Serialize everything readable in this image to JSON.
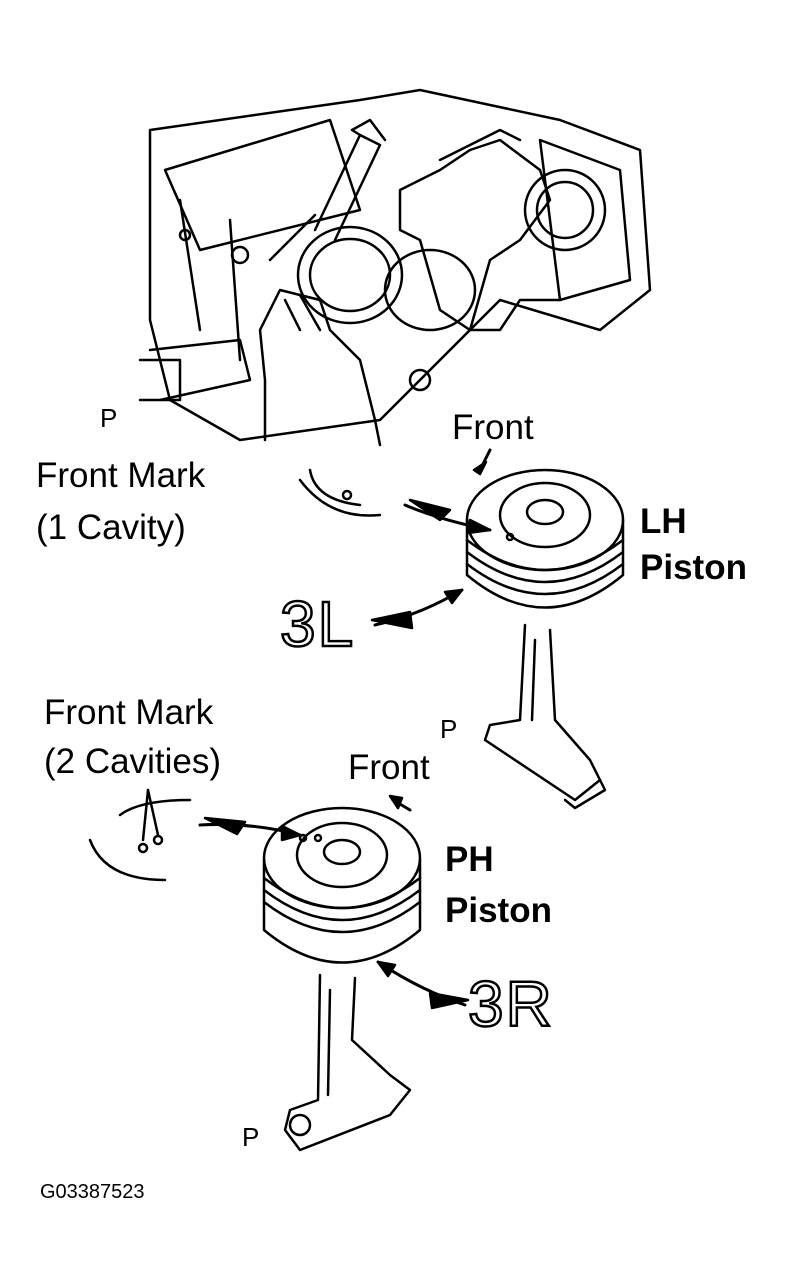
{
  "labels": {
    "view_p_top": "P",
    "front_top": "Front",
    "front_mark_1": "Front Mark",
    "front_mark_1_detail": "(1 Cavity)",
    "lh_piston_line1": "LH",
    "lh_piston_line2": "Piston",
    "code_3l": "3L",
    "view_p_mid": "P",
    "front_mark_2": "Front Mark",
    "front_mark_2_detail": "(2 Cavities)",
    "front_bottom": "Front",
    "ph_piston_line1": "PH",
    "ph_piston_line2": "Piston",
    "code_3r": "3R",
    "view_p_bottom": "P",
    "figure_id": "G03387523"
  }
}
